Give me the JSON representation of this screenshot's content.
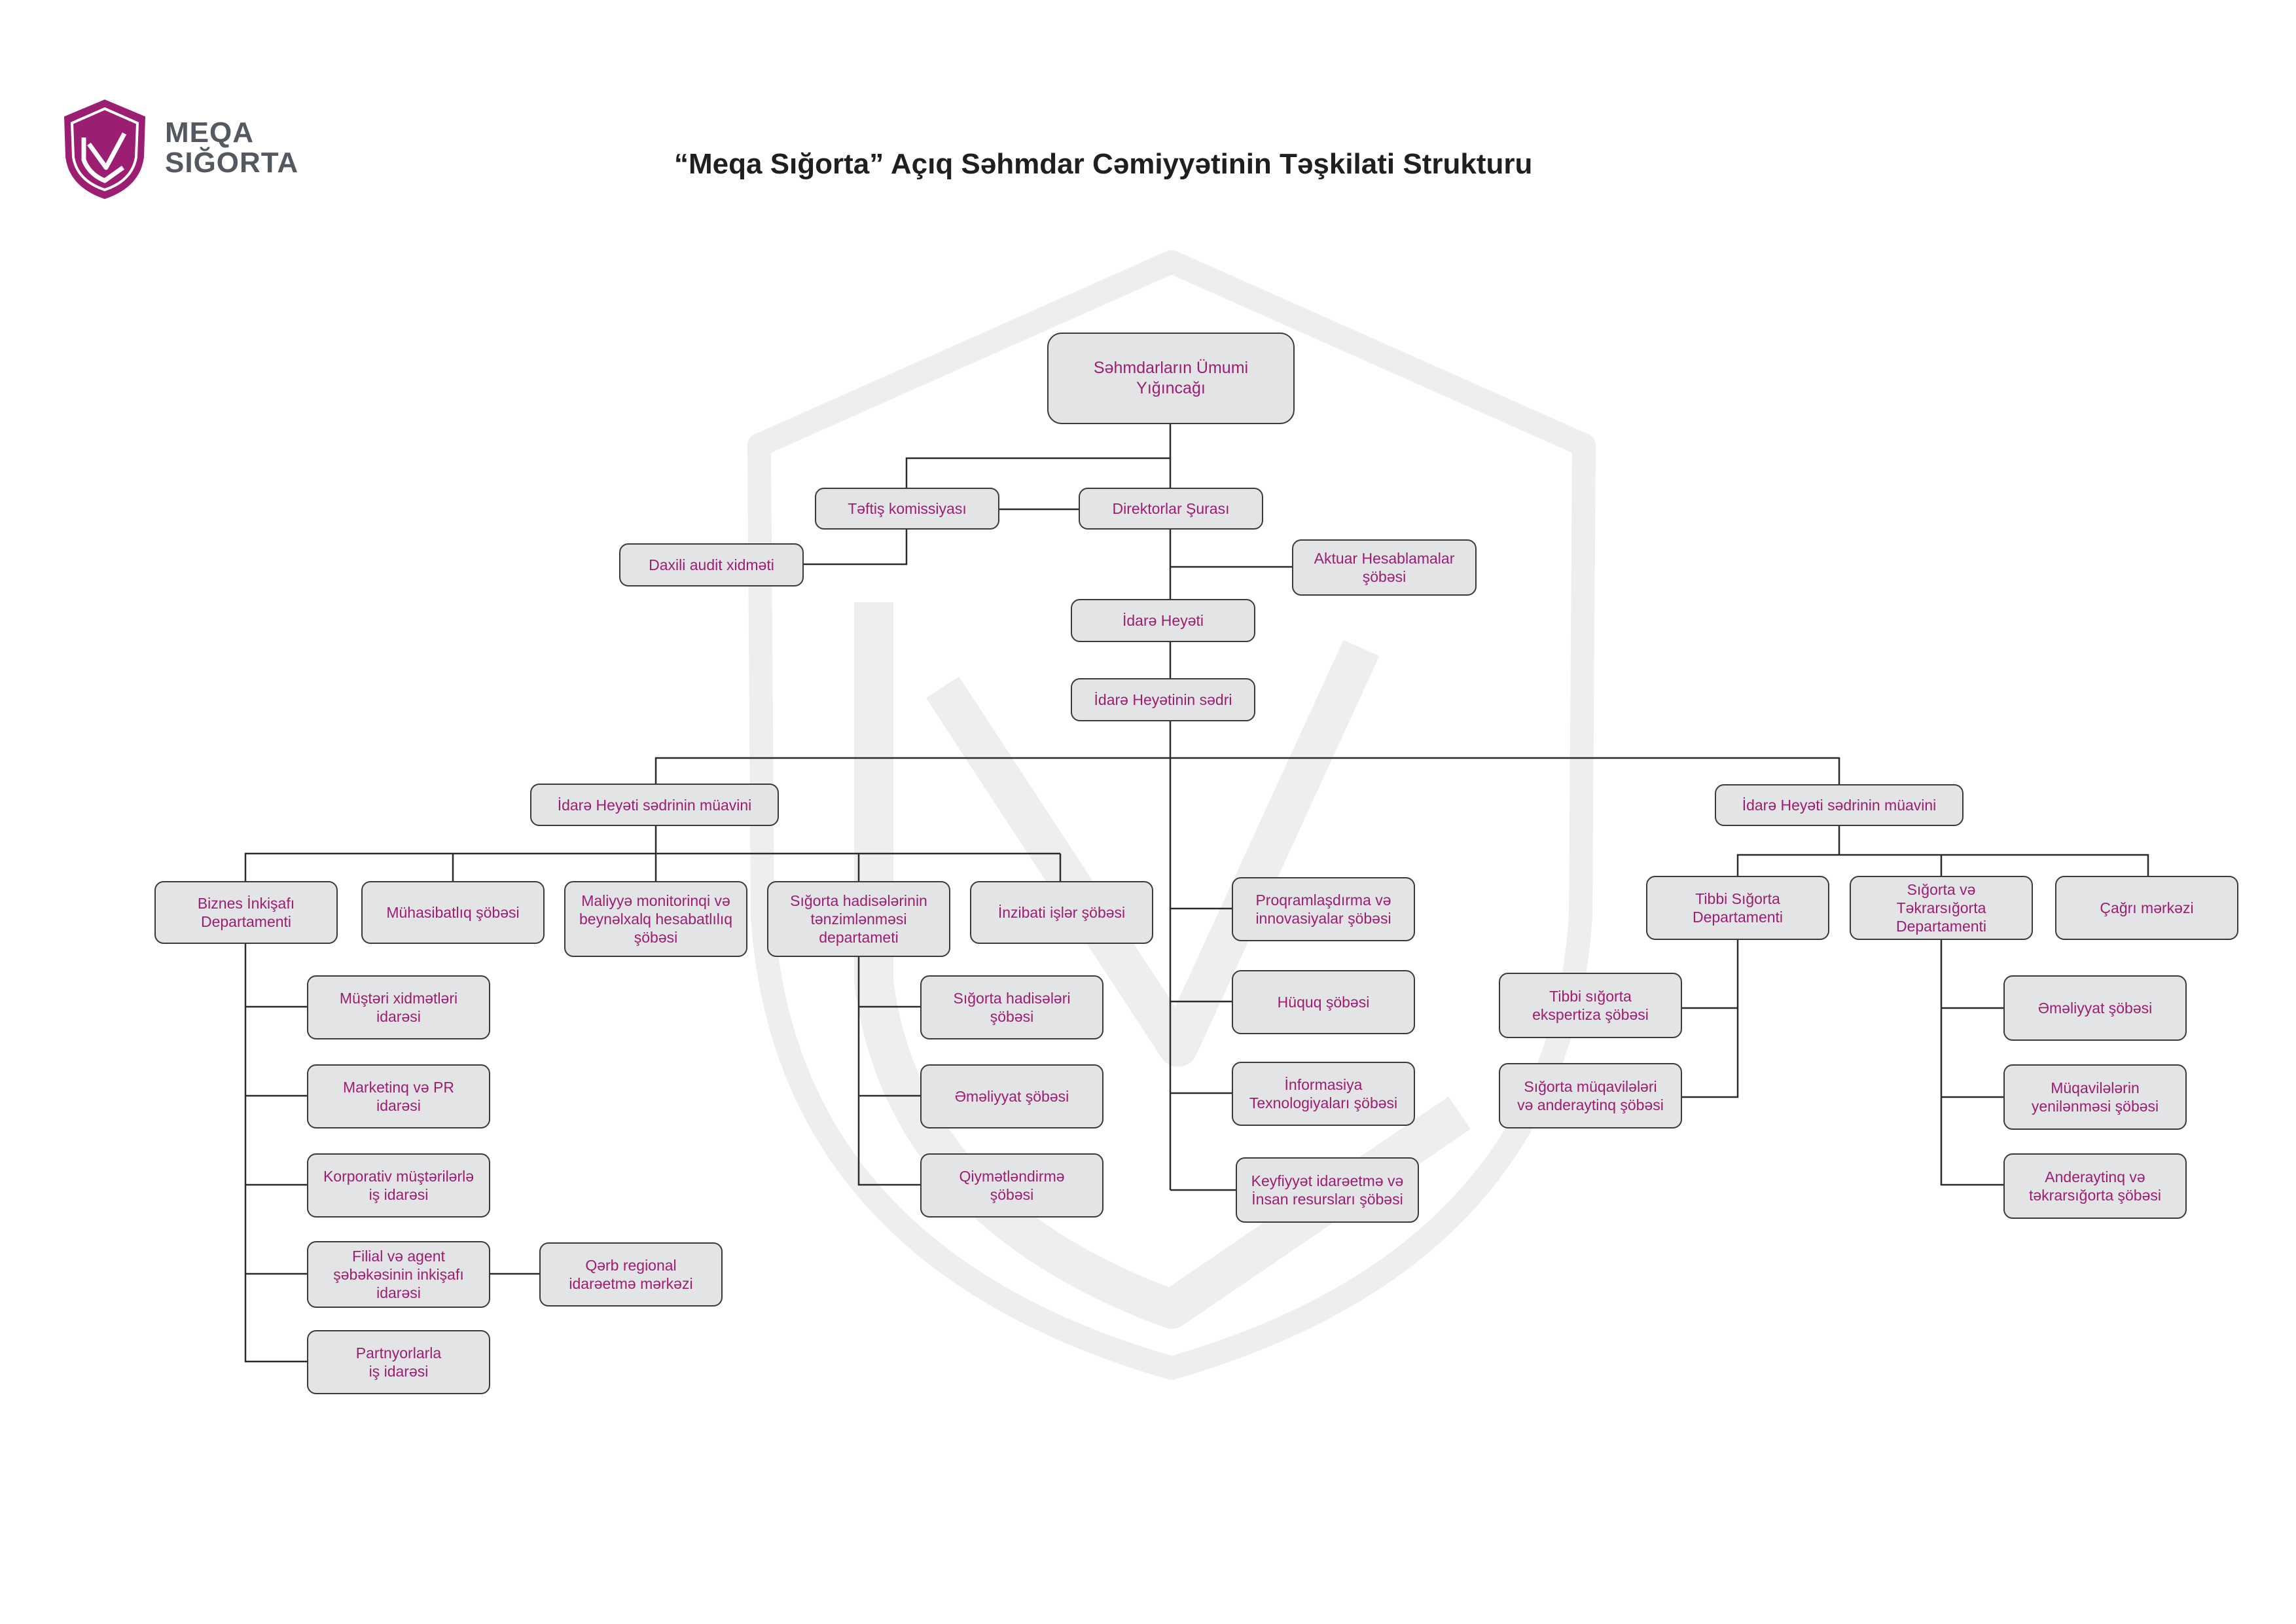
{
  "brand": {
    "name_line1": "MEQA",
    "name_line2": "SIĞORTA",
    "color": "#9c1e72",
    "logo_icon": "shield-check-icon"
  },
  "title": "“Meqa Sığorta” Açıq Səhmdar Cəmiyyətinin Təşkilati Strukturu",
  "colors": {
    "node_fill": "#e3e4e6",
    "node_border": "#3a3a3a",
    "node_text": "#9c1e72",
    "line": "#2b2b2b",
    "watermark": "#eeeeef"
  },
  "nodes": {
    "general_meeting": "Səhmdarların Ümumi\nYığıncağı",
    "audit_commission": "Təftiş komissiyası",
    "board_of_directors": "Direktorlar Şurası",
    "internal_audit": "Daxili audit xidməti",
    "actuarial_dept": "Aktuar Hesablamalar\nşöbəsi",
    "management_board": "İdarə Heyəti",
    "board_chairman": "İdarə Heyətinin sədri",
    "deputy_left": "İdarə Heyəti sədrinin müavini",
    "deputy_right": "İdarə Heyəti sədrinin müavini",
    "business_dev": "Biznes İnkişafı\nDepartamenti",
    "accounting": "Mühasibatlıq şöbəsi",
    "finance_monitoring": "Maliyyə monitorinqi və\nbeynəlxalq hesabatlılıq\nşöbəsi",
    "claims_dept": "Sığorta hadisələrinin\ntənzimlənməsi\ndepartameti",
    "admin_affairs": "İnzibati işlər şöbəsi",
    "customer_service": "Müştəri xidmətləri\nidarəsi",
    "marketing_pr": "Marketinq və PR\nidarəsi",
    "corporate_clients": "Korporativ müştərilərlə\niş idarəsi",
    "branch_agent": "Filial və agent\nşəbəkəsinin inkişafı\nidarəsi",
    "west_regional": "Qərb regional\nidarəetmə mərkəzi",
    "partners": "Partnyorlarla\niş idarəsi",
    "claims_events": "Sığorta hadisələri\nşöbəsi",
    "operations_claims": "Əməliyyat şöbəsi",
    "valuation": "Qiymətləndirmə\nşöbəsi",
    "programming": "Proqramlaşdırma və\ninnovasiyalar şöbəsi",
    "legal": "Hüquq şöbəsi",
    "it": "İnformasiya\nTexnologiyaları şöbəsi",
    "quality_hr": "Keyfiyyət idarəetmə və\nİnsan resursları şöbəsi",
    "medical_dept": "Tibbi Sığorta\nDepartamenti",
    "insurance_reinsurance": "Sığorta və\nTəkrarsığorta\nDepartamenti",
    "call_center": "Çağrı mərkəzi",
    "medical_expertise": "Tibbi sığorta\nekspertiza şöbəsi",
    "contracts_underwriting": "Sığorta müqavilələri\nvə anderaytinq şöbəsi",
    "operations_re": "Əməliyyat şöbəsi",
    "contract_renewal": "Müqavilələrin\nyenilənməsi şöbəsi",
    "underwriting_re": "Anderaytinq və\ntəkrarsığorta şöbəsi"
  }
}
